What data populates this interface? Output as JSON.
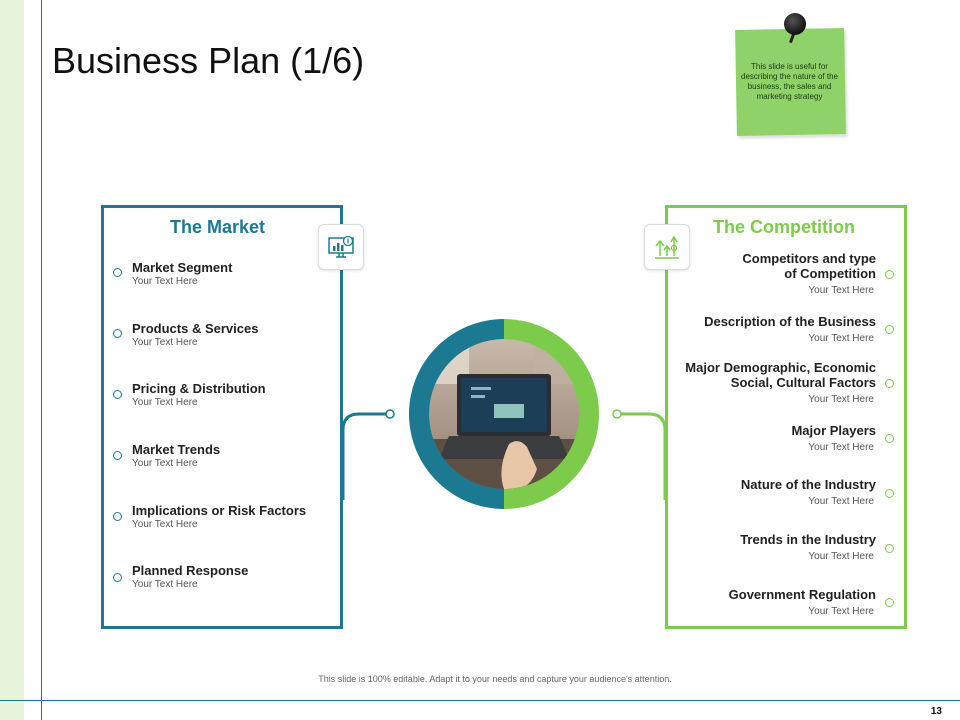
{
  "title": "Business Plan (1/6)",
  "note": "This slide is useful for describing the nature of the business, the sales and marketing strategy",
  "market": {
    "title": "The Market",
    "items": [
      {
        "heading": "Market Segment",
        "sub": "Your Text Here"
      },
      {
        "heading": "Products & Services",
        "sub": "Your Text Here"
      },
      {
        "heading": "Pricing & Distribution",
        "sub": "Your Text Here"
      },
      {
        "heading": "Market Trends",
        "sub": "Your Text Here"
      },
      {
        "heading": "Implications or Risk Factors",
        "sub": "Your Text Here"
      },
      {
        "heading": "Planned Response",
        "sub": "Your Text Here"
      }
    ]
  },
  "competition": {
    "title": "The Competition",
    "items": [
      {
        "heading": "Competitors and type of Competition",
        "sub": "Your Text Here"
      },
      {
        "heading": "Description of the Business",
        "sub": "Your Text Here"
      },
      {
        "heading": "Major Demographic, Economic Social, Cultural Factors",
        "sub": "Your Text Here"
      },
      {
        "heading": "Major Players",
        "sub": "Your Text Here"
      },
      {
        "heading": "Nature of the Industry",
        "sub": "Your Text Here"
      },
      {
        "heading": "Trends in the Industry",
        "sub": "Your Text Here"
      },
      {
        "heading": "Government Regulation",
        "sub": "Your Text Here"
      }
    ]
  },
  "footer": "This slide is 100% editable. Adapt it to your needs and capture your audience's attention.",
  "page_number": "13",
  "colors": {
    "teal": "#1b7a92",
    "green": "#7dcb4a",
    "note": "#8fd26a",
    "band": "#e6f4dc"
  },
  "icons": {
    "market": "chart-monitor-icon",
    "competition": "growth-arrows-icon",
    "center": "laptop-photo"
  }
}
